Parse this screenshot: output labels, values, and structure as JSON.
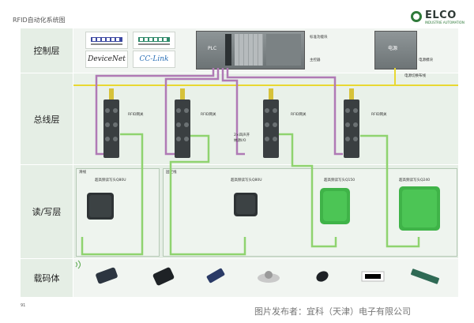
{
  "title": "RFID自动化系统图",
  "logo": {
    "brand": "ELCO",
    "tagline": "INDUSTRIE AUTOMATION"
  },
  "layers": {
    "control": "控制层",
    "bus": "总线层",
    "rw": "读/写层",
    "tag": "载码体"
  },
  "control": {
    "bus_logos": [
      "PROFINET",
      "EtherNet/IP",
      "DeviceNet",
      "CC-Link"
    ],
    "plc_label": "PLC",
    "plc_notes": [
      "标准功能块",
      "主控器"
    ],
    "power_label": "电源",
    "power_notes": [
      "电源模块"
    ],
    "power_line_note": "电源切换布线"
  },
  "bus": {
    "gateway_label": "RFID网关",
    "io_note_line1": "2×四声开",
    "io_note_line2": "纳源I/O"
  },
  "rw": {
    "group1_label": "滑线",
    "group2_label": "固定线",
    "readers": [
      "超高频读写头Q80U",
      "超高频读写头Q80U",
      "超高频读写头Q150",
      "超高频读写头Q240"
    ]
  },
  "footer": {
    "page": "91",
    "caption": "图片发布者：宜科（天津）电子有限公司"
  },
  "colors": {
    "band": "#e5eee5",
    "band_dark": "#d2e3d2",
    "bus_line": "#e8d832",
    "purple_cable": "#b07ab5",
    "green_cable": "#8fd36f",
    "reader_green": "#3fb348",
    "brand_green": "#2f7a3a"
  }
}
